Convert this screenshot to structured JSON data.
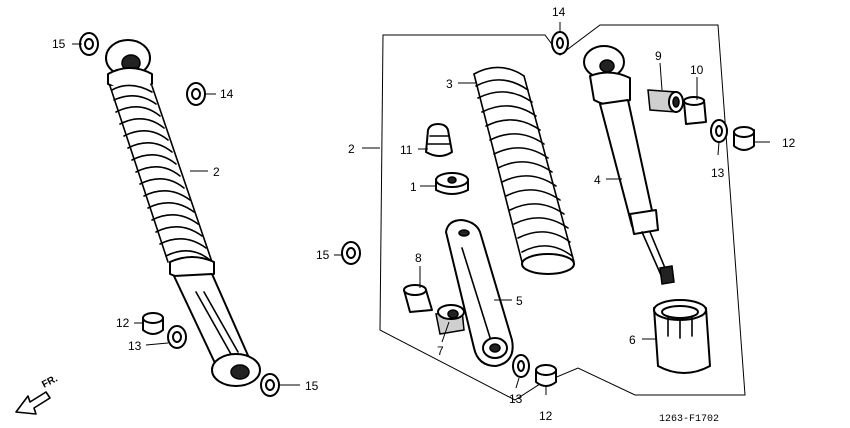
{
  "diagram": {
    "drawing_code": "1263-F1702",
    "front_indicator": "FR.",
    "callouts": [
      "15",
      "14",
      "2",
      "12",
      "13",
      "15",
      "2",
      "3",
      "11",
      "1",
      "15",
      "8",
      "5",
      "7",
      "13",
      "12",
      "14",
      "9",
      "10",
      "12",
      "13",
      "4",
      "6"
    ]
  }
}
